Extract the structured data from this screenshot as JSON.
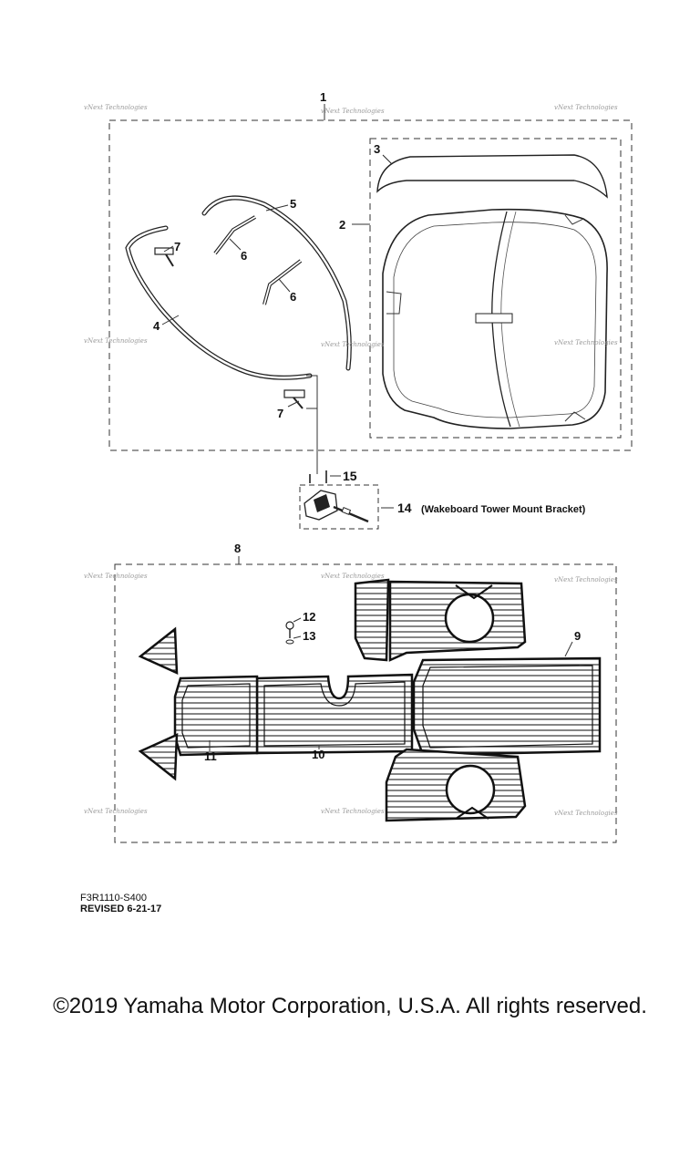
{
  "callouts": {
    "c1": "1",
    "c2": "2",
    "c3": "3",
    "c4": "4",
    "c5": "5",
    "c6a": "6",
    "c6b": "6",
    "c7a": "7",
    "c7b": "7",
    "c8": "8",
    "c9": "9",
    "c10": "10",
    "c11": "11",
    "c12": "12",
    "c13": "13",
    "c14": "14",
    "c15": "15"
  },
  "bracket_note": "(Wakeboard Tower Mount Bracket)",
  "watermark": "vNext Technologies",
  "diagram_code": "F3R1110-S400",
  "revised": "REVISED 6-21-17",
  "copyright": "©2019 Yamaha Motor Corporation, U.S.A. All rights reserved."
}
